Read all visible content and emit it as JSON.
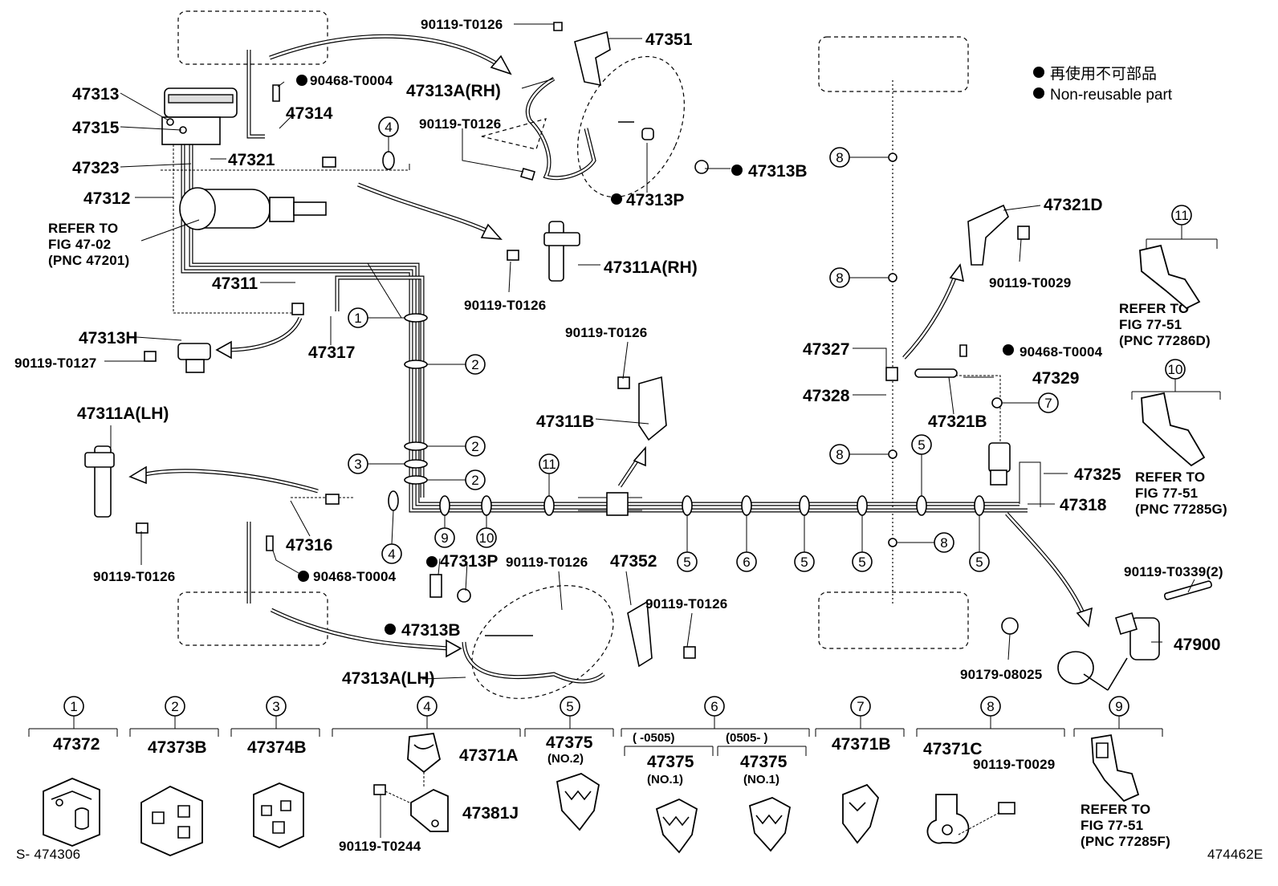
{
  "legend": {
    "line_jp": "再使用不可部品",
    "line_en": "Non-reusable part"
  },
  "labels": {
    "l47313": "47313",
    "l47315": "47315",
    "l47323": "47323",
    "l47321": "47321",
    "l47312": "47312",
    "refer1a": "REFER TO",
    "refer1b": "FIG 47-02",
    "refer1c": "(PNC 47201)",
    "l47314": "47314",
    "l90468a": "90468-T0004",
    "l90119t0126a": "90119-T0126",
    "l47351": "47351",
    "l47313arh": "47313A(RH)",
    "l90119t0126b": "90119-T0126",
    "l47313b_top": "47313B",
    "l47313p_top": "47313P",
    "l47311arh": "47311A(RH)",
    "l90119t0126c": "90119-T0126",
    "l47311": "47311",
    "l47317": "47317",
    "l47313h": "47313H",
    "l90119t0127": "90119-T0127",
    "l47311alh": "47311A(LH)",
    "l90119t0126d": "90119-T0126",
    "l47316": "47316",
    "l90468b": "90468-T0004",
    "l90119t0126e": "90119-T0126",
    "l47311b": "47311B",
    "l47313p_bot": "47313P",
    "l47313b_bot": "47313B",
    "l90119t0126f": "90119-T0126",
    "l47352": "47352",
    "l90119t0126g": "90119-T0126",
    "l47313alh": "47313A(LH)",
    "l47321d": "47321D",
    "l90119t0029": "90119-T0029",
    "refer11a": "REFER TO",
    "refer11b": "FIG 77-51",
    "refer11c": "(PNC 77286D)",
    "l47327": "47327",
    "l90468c": "90468-T0004",
    "l47329": "47329",
    "l47328": "47328",
    "l47321b": "47321B",
    "refer10a": "REFER TO",
    "refer10b": "FIG 77-51",
    "refer10c": "(PNC 77285G)",
    "l47325": "47325",
    "l47318": "47318",
    "l90119t0339": "90119-T0339(2)",
    "l47900": "47900",
    "l90179": "90179-08025",
    "b47372": "47372",
    "b47373b": "47373B",
    "b47374b": "47374B",
    "b47371a": "47371A",
    "b47381j": "47381J",
    "b90119t0244": "90119-T0244",
    "b47375a": "47375",
    "b47375a_no": "(NO.2)",
    "b6_left": "(   -0505)",
    "b6_right": "(0505-     )",
    "b47375b": "47375",
    "b47375b_no": "(NO.1)",
    "b47375c": "47375",
    "b47375c_no": "(NO.1)",
    "b47371b": "47371B",
    "b47371c": "47371C",
    "b90119t0029": "90119-T0029",
    "refer9a": "REFER TO",
    "refer9b": "FIG 77-51",
    "refer9c": "(PNC 77285F)",
    "code_left": "S- 474306",
    "code_right": "474462E"
  },
  "callouts": {
    "c1": "1",
    "c2a": "2",
    "c2b": "2",
    "c2c": "2",
    "c3": "3",
    "c4a": "4",
    "c4b": "4",
    "c5a": "5",
    "c5b": "5",
    "c5c": "5",
    "c5d": "5",
    "c5e": "5",
    "c6": "6",
    "c7": "7",
    "c8a": "8",
    "c8b": "8",
    "c8c": "8",
    "c8d": "8",
    "c9": "9",
    "c10": "10",
    "c11": "11",
    "c10r": "10",
    "c11r": "11",
    "b1": "1",
    "b2": "2",
    "b3": "3",
    "b4": "4",
    "b5": "5",
    "b6": "6",
    "b7": "7",
    "b8": "8",
    "b9": "9"
  }
}
